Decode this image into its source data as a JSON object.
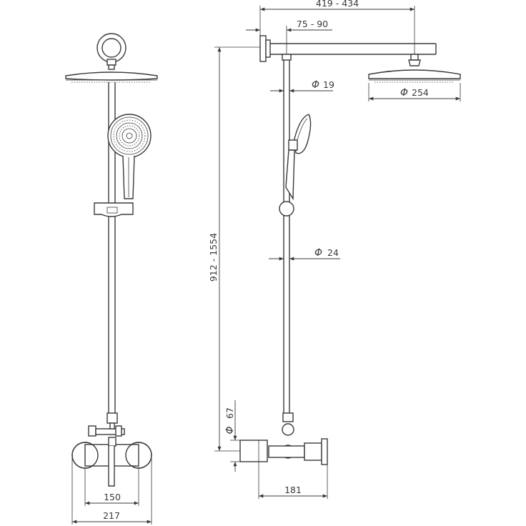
{
  "dimensions": {
    "total_arm_length": "419 - 434",
    "wall_offset": "75 - 90",
    "rail_diameter_top": "19",
    "head_diameter": "254",
    "height_range": "912 - 1554",
    "rail_diameter_bottom": "24",
    "mixer_diameter": "67",
    "inlet_spacing": "150",
    "mixer_width": "217",
    "mixer_depth": "181"
  },
  "symbols": {
    "diameter": "Φ"
  },
  "colors": {
    "line": "#3a3a3a",
    "background": "#ffffff"
  }
}
